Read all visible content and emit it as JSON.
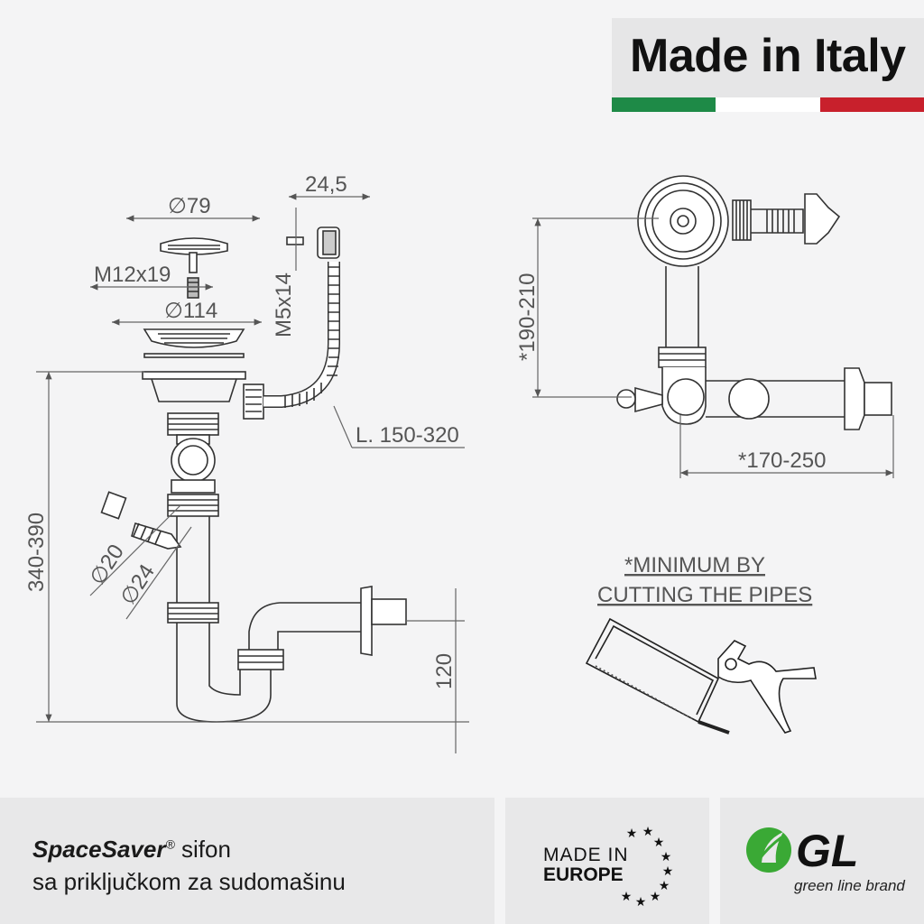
{
  "badge": {
    "text": "Made in Italy"
  },
  "flag_colors": [
    "#1e8a47",
    "#ffffff",
    "#c8202c"
  ],
  "dimensions": {
    "strainer_diameter": "∅79",
    "screw_size": "M12x19",
    "flange_diameter": "∅114",
    "hose_fitting_width": "24,5",
    "fitting_screw": "M5x14",
    "hose_length": "L. 150-320",
    "overall_height": "340-390",
    "nozzle_inner": "∅20",
    "nozzle_outer": "∅24",
    "outlet_height": "120",
    "top_view_height": "*190-210",
    "top_view_width": "*170-250"
  },
  "note": {
    "line1": "*MINIMUM BY",
    "line2": "CUTTING THE PIPES"
  },
  "footer": {
    "product_name": "SpaceSaver",
    "registered_mark": "®",
    "product_word": "sifon",
    "product_desc": "sa priključkom za sudomašinu",
    "europe_line1": "MADE IN",
    "europe_line2": "EUROPE",
    "brand_logo": "GL",
    "brand_tagline": "green line brand",
    "brand_color": "#3aa935"
  },
  "icons": [
    "hacksaw-icon",
    "pipe-cutter-icon",
    "eu-stars-icon",
    "green-line-leaf-icon"
  ]
}
